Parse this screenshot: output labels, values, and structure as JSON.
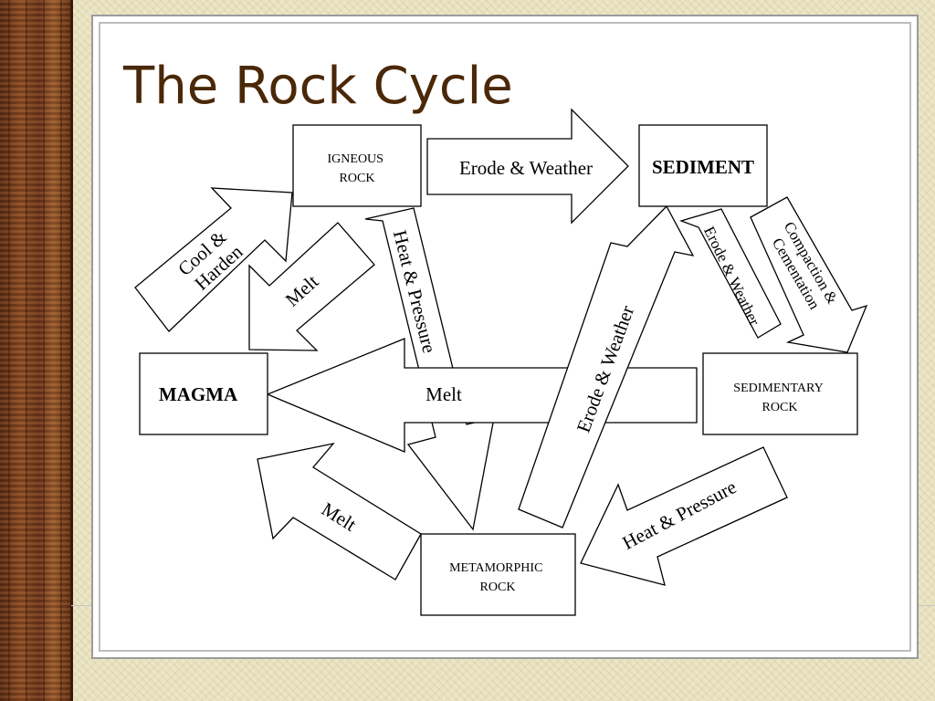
{
  "title": "The Rock Cycle",
  "colors": {
    "title": "#4a2808",
    "sediment": "#1020c0",
    "magma": "#c04a10"
  },
  "nodes": {
    "igneous": [
      "IGNEOUS",
      "ROCK"
    ],
    "sediment": "SEDIMENT",
    "magma": "MAGMA",
    "sedimentary": [
      "SEDIMENTARY",
      "ROCK"
    ],
    "metamorphic": [
      "METAMORPHIC",
      "ROCK"
    ]
  },
  "arrows": {
    "igneous_to_sediment": "Erode & Weather",
    "magma_to_igneous": [
      "Cool &",
      "Harden"
    ],
    "igneous_to_magma": "Melt",
    "igneous_to_metamorphic": "Heat & Pressure",
    "sedimentary_to_magma": "Melt",
    "metamorphic_to_sediment": "Erode & Weather",
    "sedimentary_to_sediment": "Erode & Weather",
    "sediment_to_sedimentary": [
      "Compaction &",
      "Cementation"
    ],
    "metamorphic_to_magma": "Melt",
    "sedimentary_to_metamorphic": "Heat & Pressure"
  }
}
